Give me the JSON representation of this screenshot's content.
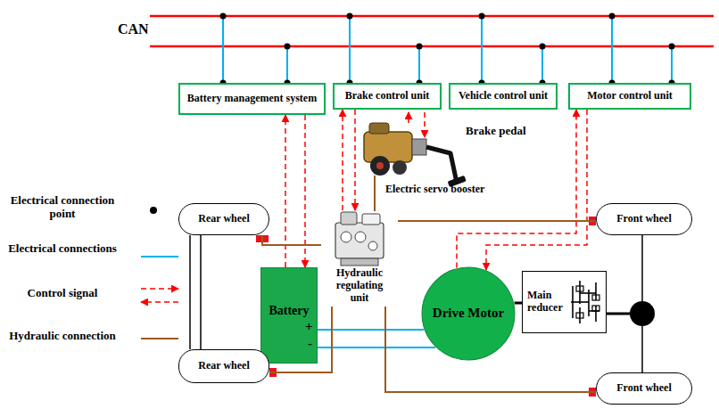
{
  "diagram": {
    "nodes": [
      {
        "text": [
          "Battery management system"
        ]
      },
      {
        "text": [
          "Brake control unit"
        ]
      },
      {
        "text": [
          "Vehicle control unit"
        ]
      },
      {
        "text": [
          "Motor control unit"
        ]
      },
      {
        "text": [
          "Rear wheel"
        ]
      },
      {
        "text": [
          "Hydraulic regulating unit"
        ]
      },
      {
        "text": [
          "Front wheel"
        ]
      },
      {
        "text": [
          "Battery"
        ]
      },
      {
        "text": [
          "Drive Motor"
        ]
      },
      {
        "text": [
          "Main reducer"
        ]
      },
      {
        "text": [
          "Rear wheel"
        ]
      },
      {
        "text": [
          "Front wheel"
        ]
      }
    ],
    "edges": [
      {
        "from": 0,
        "to": 7,
        "arrow": "to"
      },
      {
        "from": 7,
        "to": 0,
        "arrow": "to"
      },
      {
        "from": 1,
        "to": 5,
        "arrow": "to"
      },
      {
        "from": 5,
        "to": 1,
        "arrow": "to"
      },
      {
        "from": 3,
        "to": 8,
        "arrow": "to"
      },
      {
        "from": 8,
        "to": 3,
        "arrow": "to"
      },
      {
        "from": 7,
        "to": 8,
        "arrow": "none"
      },
      {
        "from": 7,
        "to": 8,
        "arrow": "none"
      },
      {
        "from": 8,
        "to": 9,
        "arrow": "none"
      },
      {
        "from": 5,
        "to": 4,
        "arrow": "none"
      },
      {
        "from": 5,
        "to": 6,
        "arrow": "none"
      },
      {
        "from": 5,
        "to": 10,
        "arrow": "none"
      },
      {
        "from": 5,
        "to": 11,
        "arrow": "none"
      },
      {
        "from": 4,
        "to": 10,
        "arrow": "none"
      },
      {
        "from": 6,
        "to": 11,
        "arrow": "none"
      }
    ],
    "labels": [
      "CAN",
      "Brake pedal",
      "Electric servo booster",
      "+",
      "-"
    ],
    "legend": [
      {
        "text": "Electrical connection point"
      },
      {
        "text": "Electrical connections"
      },
      {
        "text": "Control signal"
      },
      {
        "text": "Hydraulic connection"
      }
    ]
  }
}
